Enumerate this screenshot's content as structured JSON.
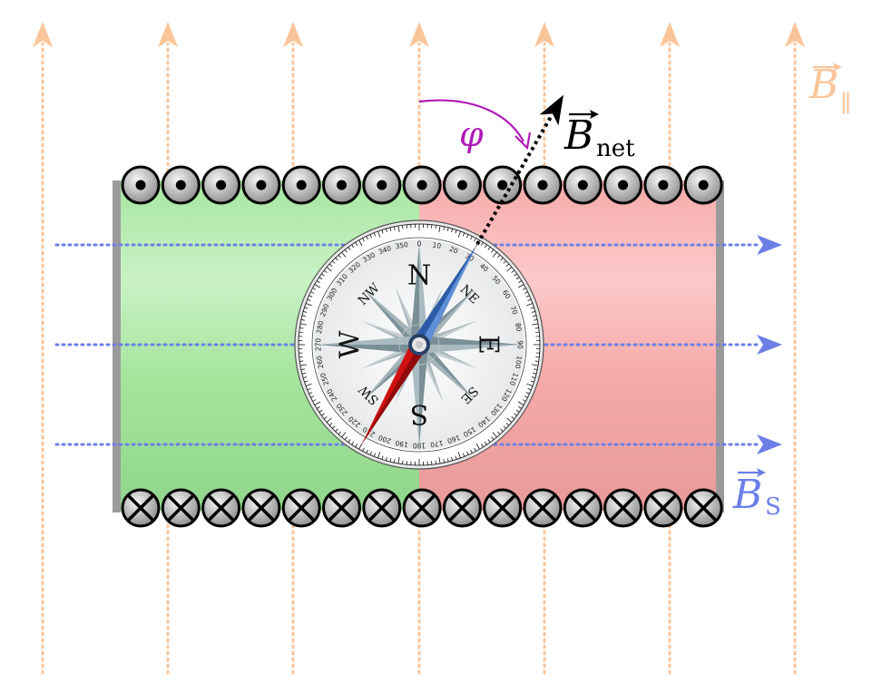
{
  "labels": {
    "b_parallel_symbol": "B",
    "b_parallel_subscript": "∥",
    "b_net_symbol": "B",
    "b_net_subscript": "net",
    "b_s_symbol": "B",
    "b_s_subscript": "S",
    "angle_symbol": "φ"
  },
  "compass": {
    "cardinals": {
      "n": "N",
      "e": "E",
      "s": "S",
      "w": "W"
    },
    "intercardinals": {
      "ne": "NE",
      "se": "SE",
      "sw": "SW",
      "nw": "NW"
    },
    "degree_labels": [
      "0",
      "10",
      "20",
      "30",
      "40",
      "50",
      "60",
      "70",
      "80",
      "90",
      "100",
      "110",
      "120",
      "130",
      "140",
      "150",
      "160",
      "170",
      "180",
      "190",
      "200",
      "210",
      "220",
      "230",
      "240",
      "250",
      "260",
      "270",
      "280",
      "290",
      "300",
      "310",
      "320",
      "330",
      "340",
      "350"
    ],
    "needle_heading_deg": 30
  },
  "colors": {
    "b_parallel": "#fbc59a",
    "b_solenoid": "#6b7fe6",
    "b_net": "#000000",
    "angle_arc": "#b01ab8",
    "south_pole_region": "#8fdc8a",
    "north_pole_region": "#f7a3a3",
    "needle_north": "#2c5aa8",
    "needle_south": "#d01010"
  },
  "icons": {
    "top_wires": "current-out-of-page-icon",
    "bottom_wires": "current-into-page-icon"
  }
}
